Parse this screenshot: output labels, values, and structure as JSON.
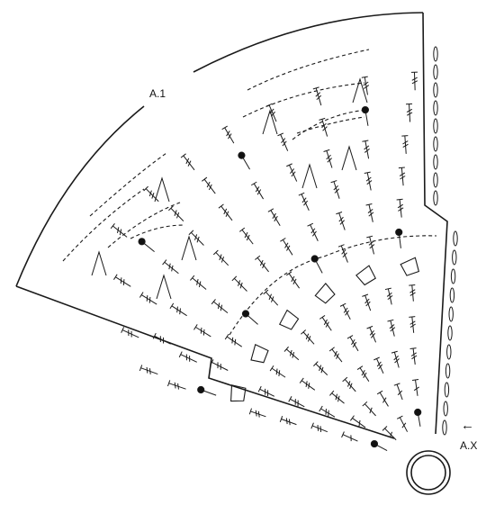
{
  "diagram": {
    "labels": {
      "a1": "A.1",
      "ax": "A.X",
      "arrow": "←"
    },
    "colors": {
      "line": "#1a1a1a",
      "background": "#ffffff",
      "fill_dot": "#111111"
    },
    "symbols": [
      "chain-stitch-dashed",
      "treble-crochet",
      "double-treble",
      "bobble-dot",
      "picot-loop",
      "shell-quad",
      "v-stitch",
      "center-ring"
    ]
  }
}
